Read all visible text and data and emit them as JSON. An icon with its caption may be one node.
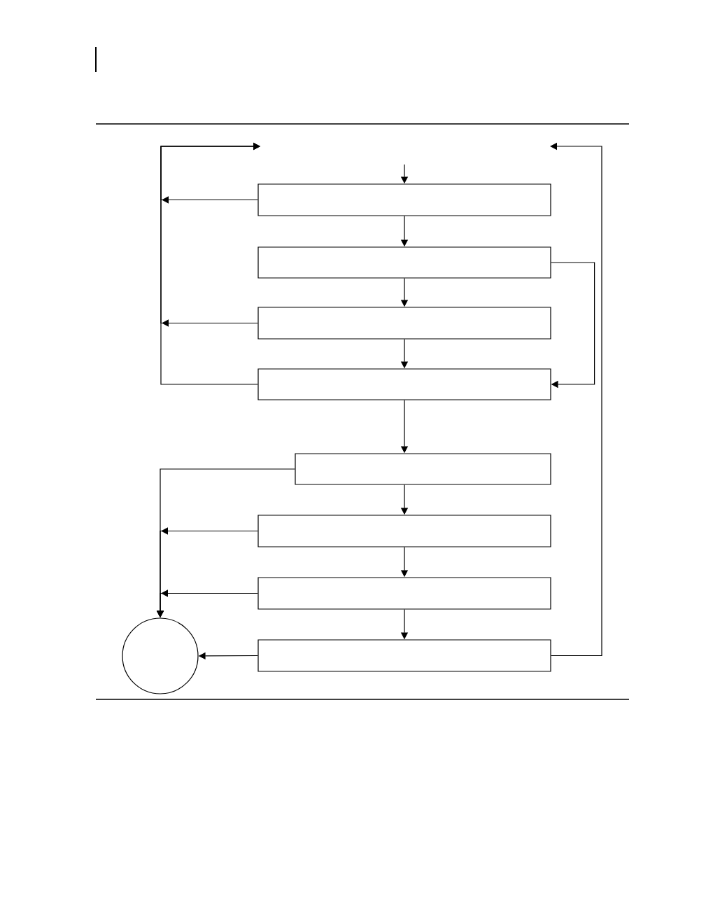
{
  "diagram": {
    "nodes": [
      {
        "text": [],
        "shape": "box"
      },
      {
        "text": [],
        "shape": "box"
      },
      {
        "text": [],
        "shape": "box"
      },
      {
        "text": [],
        "shape": "box"
      },
      {
        "text": [],
        "shape": "box"
      },
      {
        "text": [],
        "shape": "box"
      },
      {
        "text": [],
        "shape": "box"
      },
      {
        "text": [],
        "shape": "box"
      },
      {
        "text": [],
        "shape": "circle"
      }
    ],
    "edges": [
      {
        "from": null,
        "to": 0,
        "arrow": "to"
      },
      {
        "from": 0,
        "to": 1,
        "arrow": "to"
      },
      {
        "from": 1,
        "to": 2,
        "arrow": "to"
      },
      {
        "from": 2,
        "to": 3,
        "arrow": "to"
      },
      {
        "from": 1,
        "to": 3,
        "arrow": "to"
      },
      {
        "from": 3,
        "to": 4,
        "arrow": "to"
      },
      {
        "from": 4,
        "to": 5,
        "arrow": "to"
      },
      {
        "from": 5,
        "to": 6,
        "arrow": "to"
      },
      {
        "from": 6,
        "to": 7,
        "arrow": "to"
      },
      {
        "from": 0,
        "to": null,
        "arrow": "to"
      },
      {
        "from": 2,
        "to": null,
        "arrow": "to"
      },
      {
        "from": 3,
        "to": null,
        "arrow": "to"
      },
      {
        "from": 7,
        "to": null,
        "arrow": "to"
      },
      {
        "from": 4,
        "to": 8,
        "arrow": "to"
      },
      {
        "from": 5,
        "to": 8,
        "arrow": "to"
      },
      {
        "from": 6,
        "to": 8,
        "arrow": "to"
      },
      {
        "from": 7,
        "to": 8,
        "arrow": "to"
      }
    ]
  }
}
